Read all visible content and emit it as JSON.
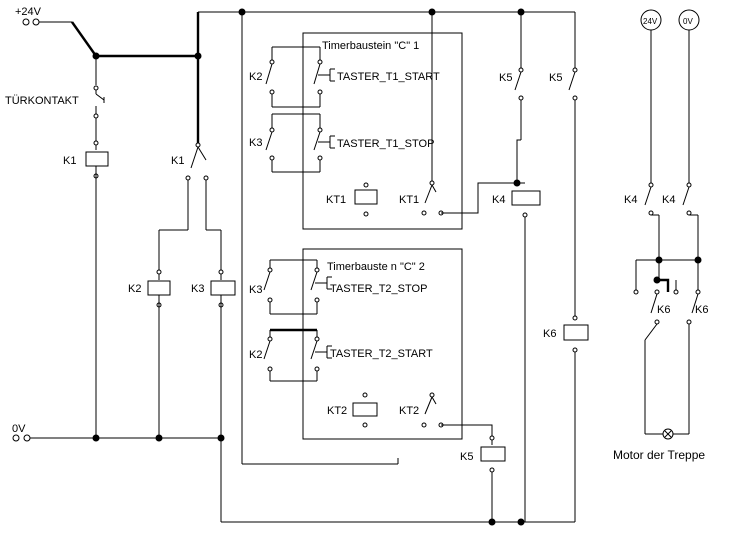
{
  "supply": {
    "plus": "+24V",
    "zero": "0V"
  },
  "contacts": {
    "door": "TÜRKONTAKT",
    "k1": "K1",
    "k2": "K2",
    "k3": "K3",
    "k4": "K4",
    "k5": "K5",
    "k6": "K6",
    "kt1": "KT1",
    "kt2": "KT2"
  },
  "coils": {
    "k1": "K1",
    "k2": "K2",
    "k3": "K3",
    "k4": "K4",
    "k5": "K5",
    "k6": "K6",
    "kt1": "KT1",
    "kt2": "KT2"
  },
  "timer1": {
    "title": "Timerbaustein \"C\" 1",
    "start_label": "TASTER_T1_START",
    "stop_label": "TASTER_T1_STOP"
  },
  "timer2": {
    "title": "Timerbauste n \"C\" 2",
    "stop_label": "TASTER_T2_STOP",
    "start_label": "TASTER_T2_START"
  },
  "motor": {
    "v24": "24V",
    "v0": "0V",
    "caption": "Motor der Treppe"
  }
}
